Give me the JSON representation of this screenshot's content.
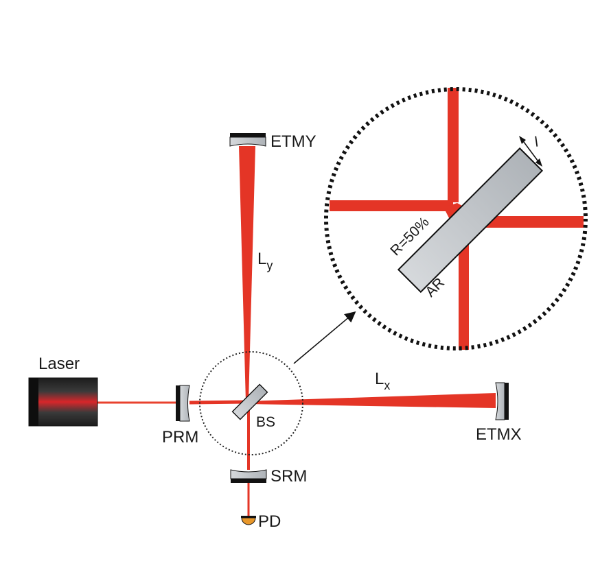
{
  "colors": {
    "beam": "#e43526",
    "beam_thin": "#e8412e",
    "mirror_gray": "#c2c6ca",
    "mirror_back": "#121212",
    "outline": "#111111",
    "laser_body": "#262626",
    "laser_core": "#d8262a",
    "pd_fill": "#e8972a"
  },
  "labels": {
    "laser": "Laser",
    "prm": "PRM",
    "bs": "BS",
    "srm": "SRM",
    "pd": "PD",
    "etmy": "ETMY",
    "etmx": "ETMX",
    "ly_main": "L",
    "ly_sub": "y",
    "lx_main": "L",
    "lx_sub": "x",
    "reflectivity": "R=50%",
    "ar": "AR",
    "thickness": "l"
  },
  "icons": {
    "laser": "laser-source-icon",
    "photodiode": "photodiode-icon",
    "mirror": "mirror-icon",
    "zoom_arrow": "arrow-icon"
  }
}
